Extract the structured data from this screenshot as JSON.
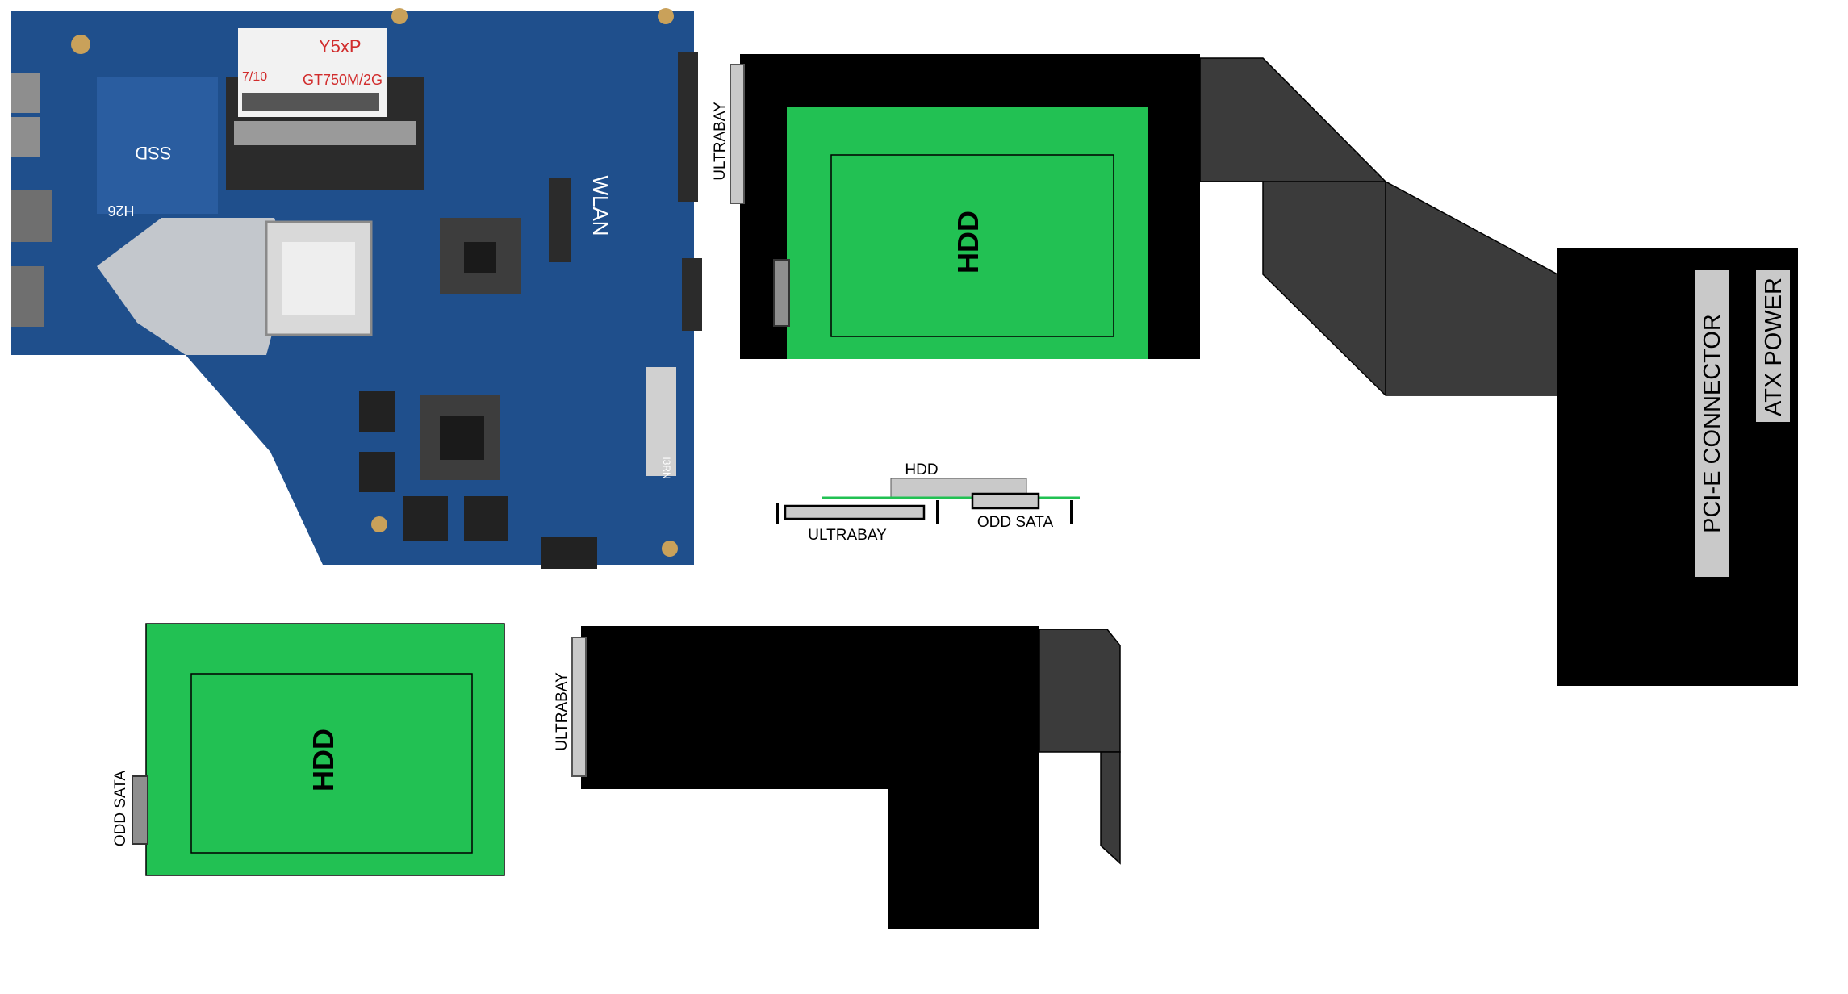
{
  "labels": {
    "ultrabay": "ULTRABAY",
    "odd_sata": "ODD SATA",
    "hdd": "HDD",
    "pcie_connector": "PCI-E CONNECTOR",
    "atx_power": "ATX POWER"
  },
  "board": {
    "ssd": "SSD",
    "h26": "H26",
    "wlan": "WLAN",
    "sticker_model": "Y5xP",
    "sticker_gpu": "GT750M/2G",
    "sticker_date": "7/10",
    "ram_label": "I3RN"
  },
  "colors": {
    "green": "#22c153",
    "black": "#000000",
    "cable": "#3b3b3b",
    "connector_gray": "#c9c9c9",
    "pcb_blue": "#1f4f8c"
  }
}
